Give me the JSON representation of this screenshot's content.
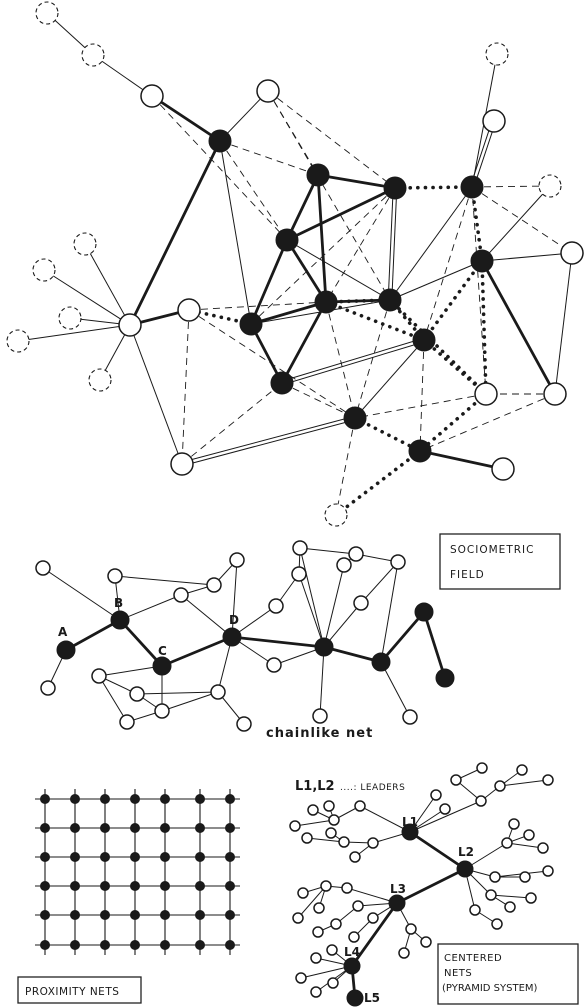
{
  "labels": {
    "sociometric_line1": "SOCIOMETRIC",
    "sociometric_line2": "FIELD",
    "chainlike": "chainlike net",
    "proximity": "PROXIMITY NETS",
    "leaders_key": "L1,L2",
    "leaders_word": "....: LEADERS",
    "centered_line1": "CENTERED",
    "centered_line2": "NETS",
    "centered_line3": "(PYRAMID SYSTEM)",
    "A": "A",
    "B": "B",
    "C": "C",
    "D": "D",
    "L1": "L1",
    "L2": "L2",
    "L3": "L3",
    "L4": "L4",
    "L5": "L5"
  },
  "colors": {
    "ink": "#1a1a1a",
    "paper": "#ffffff"
  }
}
